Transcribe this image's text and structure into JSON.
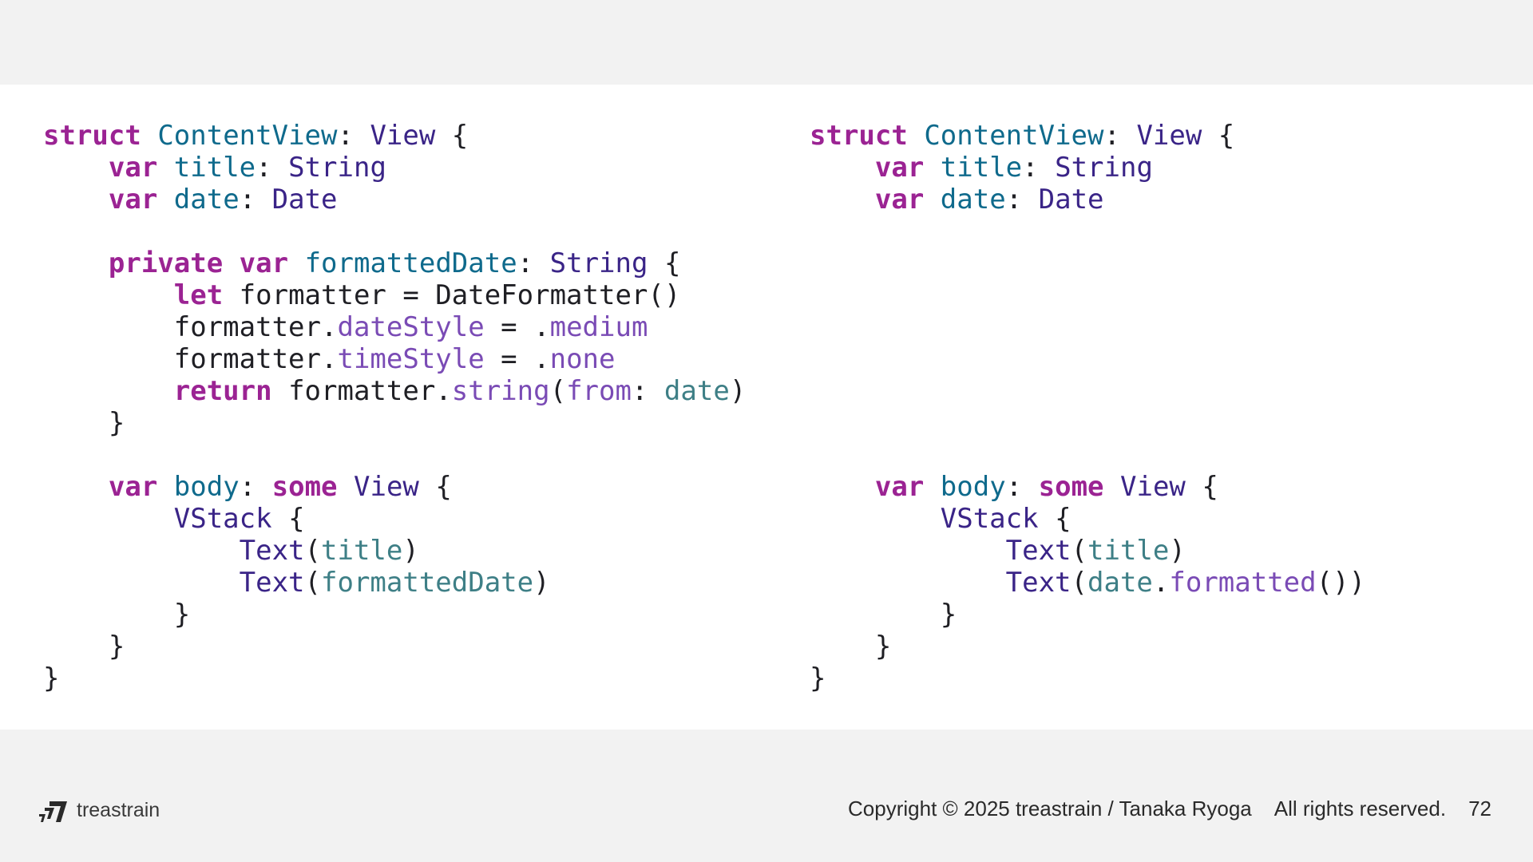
{
  "left_code": [
    [
      [
        "kw",
        "struct"
      ],
      [
        "pl",
        " "
      ],
      [
        "dc",
        "ContentView"
      ],
      [
        "pl",
        ": "
      ],
      [
        "ty",
        "View"
      ],
      [
        "pl",
        " {"
      ]
    ],
    [
      [
        "pl",
        "    "
      ],
      [
        "kw",
        "var"
      ],
      [
        "pl",
        " "
      ],
      [
        "dc",
        "title"
      ],
      [
        "pl",
        ": "
      ],
      [
        "ty",
        "String"
      ]
    ],
    [
      [
        "pl",
        "    "
      ],
      [
        "kw",
        "var"
      ],
      [
        "pl",
        " "
      ],
      [
        "dc",
        "date"
      ],
      [
        "pl",
        ": "
      ],
      [
        "ty",
        "Date"
      ]
    ],
    [],
    [
      [
        "pl",
        "    "
      ],
      [
        "kw",
        "private"
      ],
      [
        "pl",
        " "
      ],
      [
        "kw",
        "var"
      ],
      [
        "pl",
        " "
      ],
      [
        "dc",
        "formattedDate"
      ],
      [
        "pl",
        ": "
      ],
      [
        "ty",
        "String"
      ],
      [
        "pl",
        " {"
      ]
    ],
    [
      [
        "pl",
        "        "
      ],
      [
        "kw",
        "let"
      ],
      [
        "pl",
        " formatter = DateFormatter()"
      ]
    ],
    [
      [
        "pl",
        "        formatter."
      ],
      [
        "pr",
        "dateStyle"
      ],
      [
        "pl",
        " = ."
      ],
      [
        "pr",
        "medium"
      ]
    ],
    [
      [
        "pl",
        "        formatter."
      ],
      [
        "pr",
        "timeStyle"
      ],
      [
        "pl",
        " = ."
      ],
      [
        "pr",
        "none"
      ]
    ],
    [
      [
        "pl",
        "        "
      ],
      [
        "kw",
        "return"
      ],
      [
        "pl",
        " formatter."
      ],
      [
        "pr",
        "string"
      ],
      [
        "pl",
        "("
      ],
      [
        "pr",
        "from"
      ],
      [
        "pl",
        ": "
      ],
      [
        "id",
        "date"
      ],
      [
        "pl",
        ")"
      ]
    ],
    [
      [
        "pl",
        "    }"
      ]
    ],
    [],
    [
      [
        "pl",
        "    "
      ],
      [
        "kw",
        "var"
      ],
      [
        "pl",
        " "
      ],
      [
        "dc",
        "body"
      ],
      [
        "pl",
        ": "
      ],
      [
        "kw",
        "some"
      ],
      [
        "pl",
        " "
      ],
      [
        "ty",
        "View"
      ],
      [
        "pl",
        " {"
      ]
    ],
    [
      [
        "pl",
        "        "
      ],
      [
        "ty",
        "VStack"
      ],
      [
        "pl",
        " {"
      ]
    ],
    [
      [
        "pl",
        "            "
      ],
      [
        "ty",
        "Text"
      ],
      [
        "pl",
        "("
      ],
      [
        "id",
        "title"
      ],
      [
        "pl",
        ")"
      ]
    ],
    [
      [
        "pl",
        "            "
      ],
      [
        "ty",
        "Text"
      ],
      [
        "pl",
        "("
      ],
      [
        "id",
        "formattedDate"
      ],
      [
        "pl",
        ")"
      ]
    ],
    [
      [
        "pl",
        "        }"
      ]
    ],
    [
      [
        "pl",
        "    }"
      ]
    ],
    [
      [
        "pl",
        "}"
      ]
    ]
  ],
  "right_code": [
    [
      [
        "kw",
        "struct"
      ],
      [
        "pl",
        " "
      ],
      [
        "dc",
        "ContentView"
      ],
      [
        "pl",
        ": "
      ],
      [
        "ty",
        "View"
      ],
      [
        "pl",
        " {"
      ]
    ],
    [
      [
        "pl",
        "    "
      ],
      [
        "kw",
        "var"
      ],
      [
        "pl",
        " "
      ],
      [
        "dc",
        "title"
      ],
      [
        "pl",
        ": "
      ],
      [
        "ty",
        "String"
      ]
    ],
    [
      [
        "pl",
        "    "
      ],
      [
        "kw",
        "var"
      ],
      [
        "pl",
        " "
      ],
      [
        "dc",
        "date"
      ],
      [
        "pl",
        ": "
      ],
      [
        "ty",
        "Date"
      ]
    ],
    [],
    [],
    [],
    [],
    [],
    [],
    [],
    [],
    [
      [
        "pl",
        "    "
      ],
      [
        "kw",
        "var"
      ],
      [
        "pl",
        " "
      ],
      [
        "dc",
        "body"
      ],
      [
        "pl",
        ": "
      ],
      [
        "kw",
        "some"
      ],
      [
        "pl",
        " "
      ],
      [
        "ty",
        "View"
      ],
      [
        "pl",
        " {"
      ]
    ],
    [
      [
        "pl",
        "        "
      ],
      [
        "ty",
        "VStack"
      ],
      [
        "pl",
        " {"
      ]
    ],
    [
      [
        "pl",
        "            "
      ],
      [
        "ty",
        "Text"
      ],
      [
        "pl",
        "("
      ],
      [
        "id",
        "title"
      ],
      [
        "pl",
        ")"
      ]
    ],
    [
      [
        "pl",
        "            "
      ],
      [
        "ty",
        "Text"
      ],
      [
        "pl",
        "("
      ],
      [
        "id",
        "date"
      ],
      [
        "pl",
        "."
      ],
      [
        "pr",
        "formatted"
      ],
      [
        "pl",
        "())"
      ]
    ],
    [
      [
        "pl",
        "        }"
      ]
    ],
    [
      [
        "pl",
        "    }"
      ]
    ],
    [
      [
        "pl",
        "}"
      ]
    ]
  ],
  "footer": {
    "brand_name": "treastrain",
    "copyright": "Copyright © 2025 treastrain / Tanaka Ryoga",
    "rights": "All rights reserved.",
    "page_number": "72"
  },
  "colors": {
    "keyword": "#9b2393",
    "type": "#3a2487",
    "declaration": "#0f6a8c",
    "property": "#7a4bb5",
    "identifier": "#3e7f86",
    "plain": "#1f1f24",
    "slide_background": "#f2f2f2",
    "code_background": "#ffffff"
  }
}
